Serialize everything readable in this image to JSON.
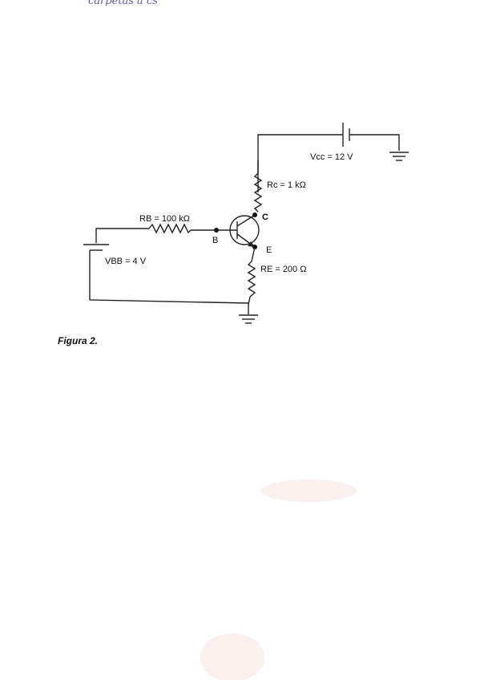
{
  "handwritten_note": "carpetas a cs",
  "circuit": {
    "vcc_label": "Vcc = 12 V",
    "rc_label": "Rc = 1 kΩ",
    "rb_label": "RB = 100 kΩ",
    "vbb_label": "VBB = 4 V",
    "re_label": "RE = 200 Ω",
    "node_b": "B",
    "node_c": "C",
    "node_e": "E"
  },
  "caption": "Figura 2."
}
